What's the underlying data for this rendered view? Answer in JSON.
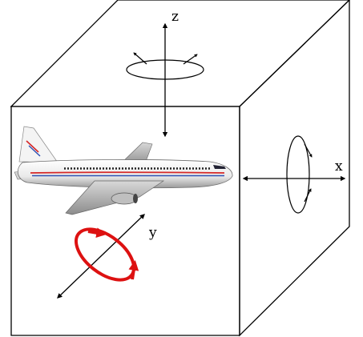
{
  "labels": {
    "z": "z",
    "x": "x",
    "y": "y"
  },
  "icons": {
    "aircraft": "airplane-icon"
  },
  "colors": {
    "line": "#000000",
    "background": "#ffffff",
    "rotation_y": "#dd1111",
    "fuselage": "#f2f2f2",
    "stripe_red": "#d62828",
    "stripe_blue": "#2c4fb3",
    "windows": "#222222"
  }
}
